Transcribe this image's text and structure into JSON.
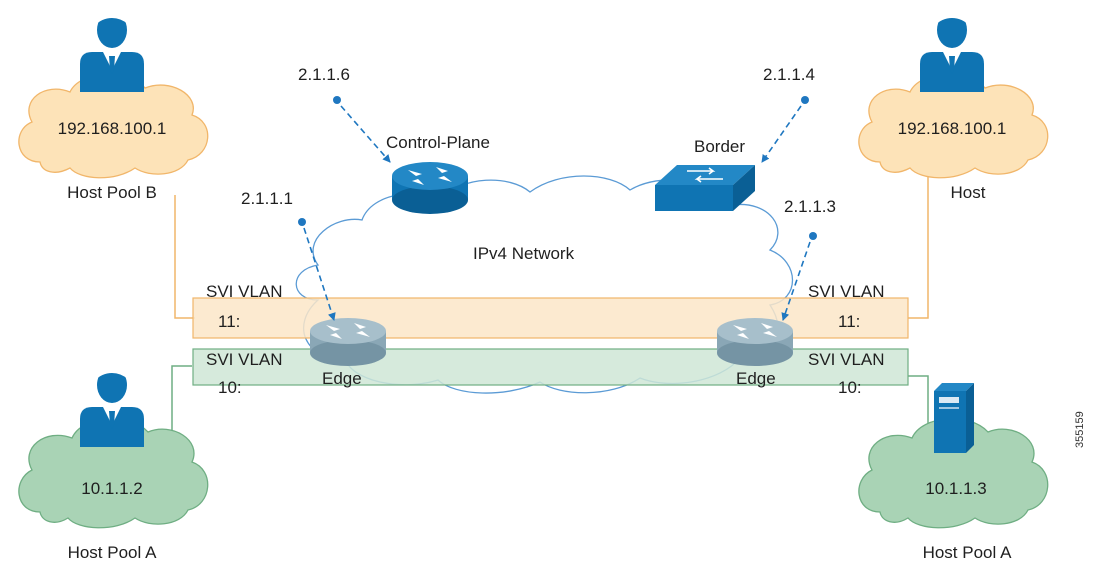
{
  "colors": {
    "orange_cloud": "#fde3b8",
    "orange_cloud_stroke": "#f1b66a",
    "green_cloud": "#a9d3b5",
    "green_cloud_stroke": "#6fae83",
    "orange_band": "#fbe6c8",
    "green_band": "#cfe6d6",
    "device_blue": "#0f74b3",
    "dashed_arrow": "#1f77c0",
    "network_cloud_stroke": "#5b9bd5"
  },
  "network": {
    "label": "IPv4 Network"
  },
  "control_plane": {
    "label": "Control-Plane",
    "ip": "2.1.1.6",
    "icon": "router-icon"
  },
  "border": {
    "label": "Border",
    "ip": "2.1.1.4",
    "icon": "switch-icon"
  },
  "edge_left": {
    "label": "Edge",
    "ip": "2.1.1.1",
    "icon": "router-icon"
  },
  "edge_right": {
    "label": "Edge",
    "ip": "2.1.1.3",
    "icon": "router-icon"
  },
  "svi": {
    "left_11_line1": "SVI VLAN",
    "left_11_line2": "11:",
    "left_10_line1": "SVI VLAN",
    "left_10_line2": "10:",
    "right_11_line1": "SVI VLAN",
    "right_11_line2": "11:",
    "right_10_line1": "SVI VLAN",
    "right_10_line2": "10:"
  },
  "hosts": {
    "top_left": {
      "ip": "192.168.100.1",
      "caption": "Host Pool B",
      "icon": "user-icon"
    },
    "top_right": {
      "ip": "192.168.100.1",
      "caption": "Host",
      "icon": "user-icon"
    },
    "bottom_left": {
      "ip": "10.1.1.2",
      "caption": "Host Pool A",
      "icon": "user-icon"
    },
    "bottom_right": {
      "ip": "10.1.1.3",
      "caption": "Host Pool A",
      "icon": "server-icon"
    }
  },
  "figure_id": "355159"
}
